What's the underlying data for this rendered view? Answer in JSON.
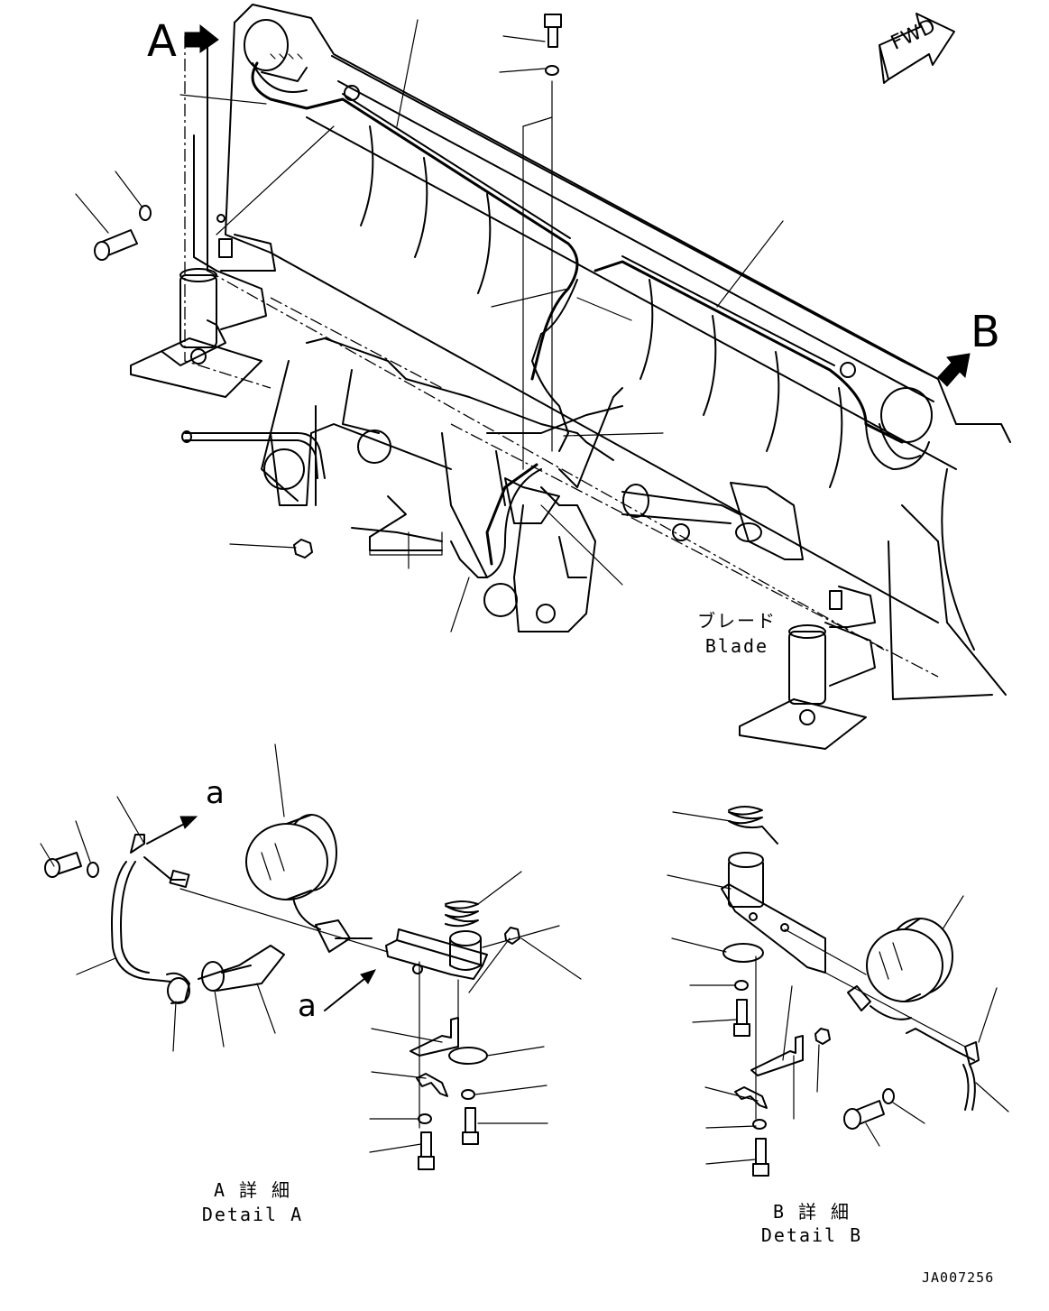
{
  "callouts": {
    "view_a_letter": "A",
    "view_b_letter": "B",
    "arrow_a_letter_top": "a",
    "arrow_a_letter_bottom": "a"
  },
  "fwd_label": "FWD",
  "blade": {
    "jp": "ブレード",
    "en": "Blade"
  },
  "detail_a": {
    "jp": "A 詳 細",
    "en": "Detail A"
  },
  "detail_b": {
    "jp": "B 詳 細",
    "en": "Detail B"
  },
  "drawing_number": "JA007256",
  "colors": {
    "ink": "#000000",
    "paper": "#ffffff"
  }
}
